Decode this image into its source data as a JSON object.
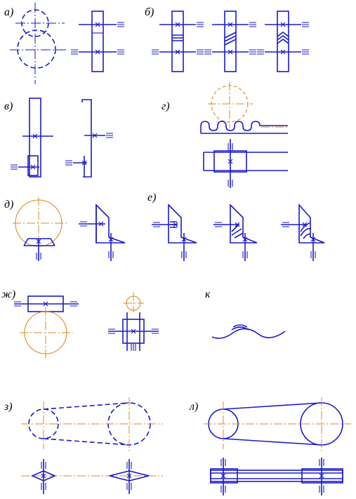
{
  "figure": {
    "labels": {
      "a": "а)",
      "b": "б)",
      "v": "в)",
      "g": "г)",
      "d": "д)",
      "e": "е)",
      "zh": "ж)",
      "k": "к",
      "z": "з)",
      "l": "л)"
    }
  },
  "colors": {
    "line": "#1a1acc",
    "axis": "#e08a1e",
    "label": "#000000"
  }
}
